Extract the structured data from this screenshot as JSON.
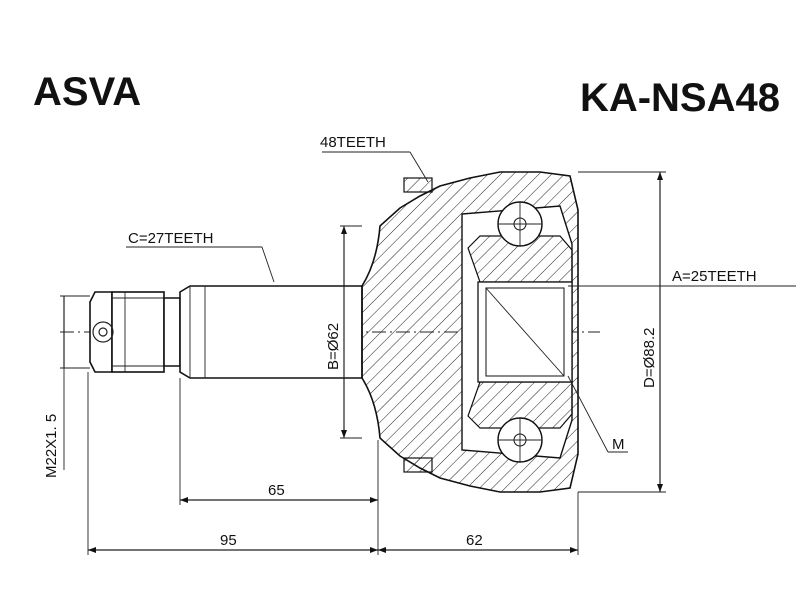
{
  "header": {
    "brand": "ASVA",
    "part_number": "KA-NSA48"
  },
  "labels": {
    "outer_teeth": "48TEETH",
    "shaft_teeth": "C=27TEETH",
    "inner_teeth": "A=25TEETH",
    "thread": "M22X1. 5",
    "shaft_diameter": "B=Ø62",
    "outer_diameter": "D=Ø88.2",
    "marker": "M"
  },
  "dimensions": {
    "shaft_length": "65",
    "total_shaft": "95",
    "housing_length": "62"
  },
  "colors": {
    "line": "#222222",
    "background": "#ffffff"
  }
}
